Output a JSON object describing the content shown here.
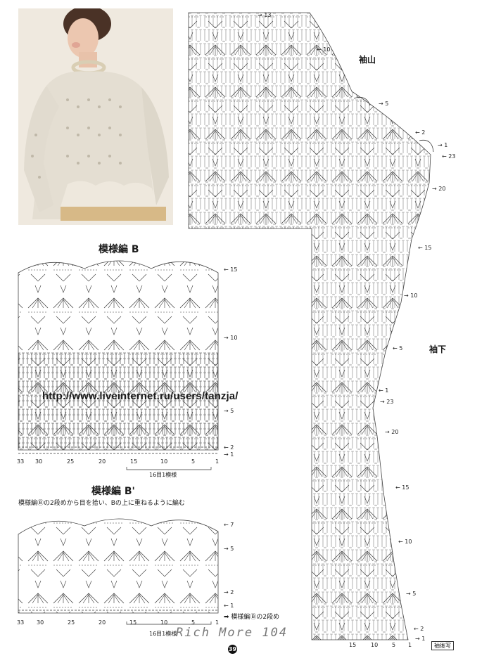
{
  "sleeve": {
    "cap_label": "袖山",
    "lower_label": "袖下",
    "row_marks": [
      "13",
      "10",
      "5",
      "2",
      "1",
      "23",
      "20",
      "15",
      "10",
      "5",
      "1",
      "23",
      "20",
      "15",
      "10",
      "5",
      "2",
      "1"
    ],
    "bottom_numbers": [
      "15",
      "10",
      "5",
      "1"
    ],
    "stamp": "袖後写"
  },
  "patternB": {
    "title": "模様編 B",
    "row_marks": [
      "15",
      "10",
      "5",
      "2",
      "1"
    ],
    "stitch_numbers": [
      "33",
      "30",
      "25",
      "20",
      "15",
      "10",
      "5",
      "1"
    ],
    "repeat_label": "16目1模様"
  },
  "patternB2": {
    "title": "模様編 B'",
    "note": "模様編Ⓑの2段めから目を拾い、Bの上に重ねるように編む",
    "row_marks": [
      "7",
      "5",
      "2",
      "1"
    ],
    "row_note": "➡ 模様編Ⓑの2段め",
    "stitch_numbers": [
      "33",
      "30",
      "25",
      "20",
      "15",
      "10",
      "5",
      "1"
    ],
    "repeat_label": "16目1模様"
  },
  "watermark_url": "http://www.liveinternet.ru/users/tanzja/",
  "watermark_brand": "Rich More 104",
  "page_number": "39"
}
